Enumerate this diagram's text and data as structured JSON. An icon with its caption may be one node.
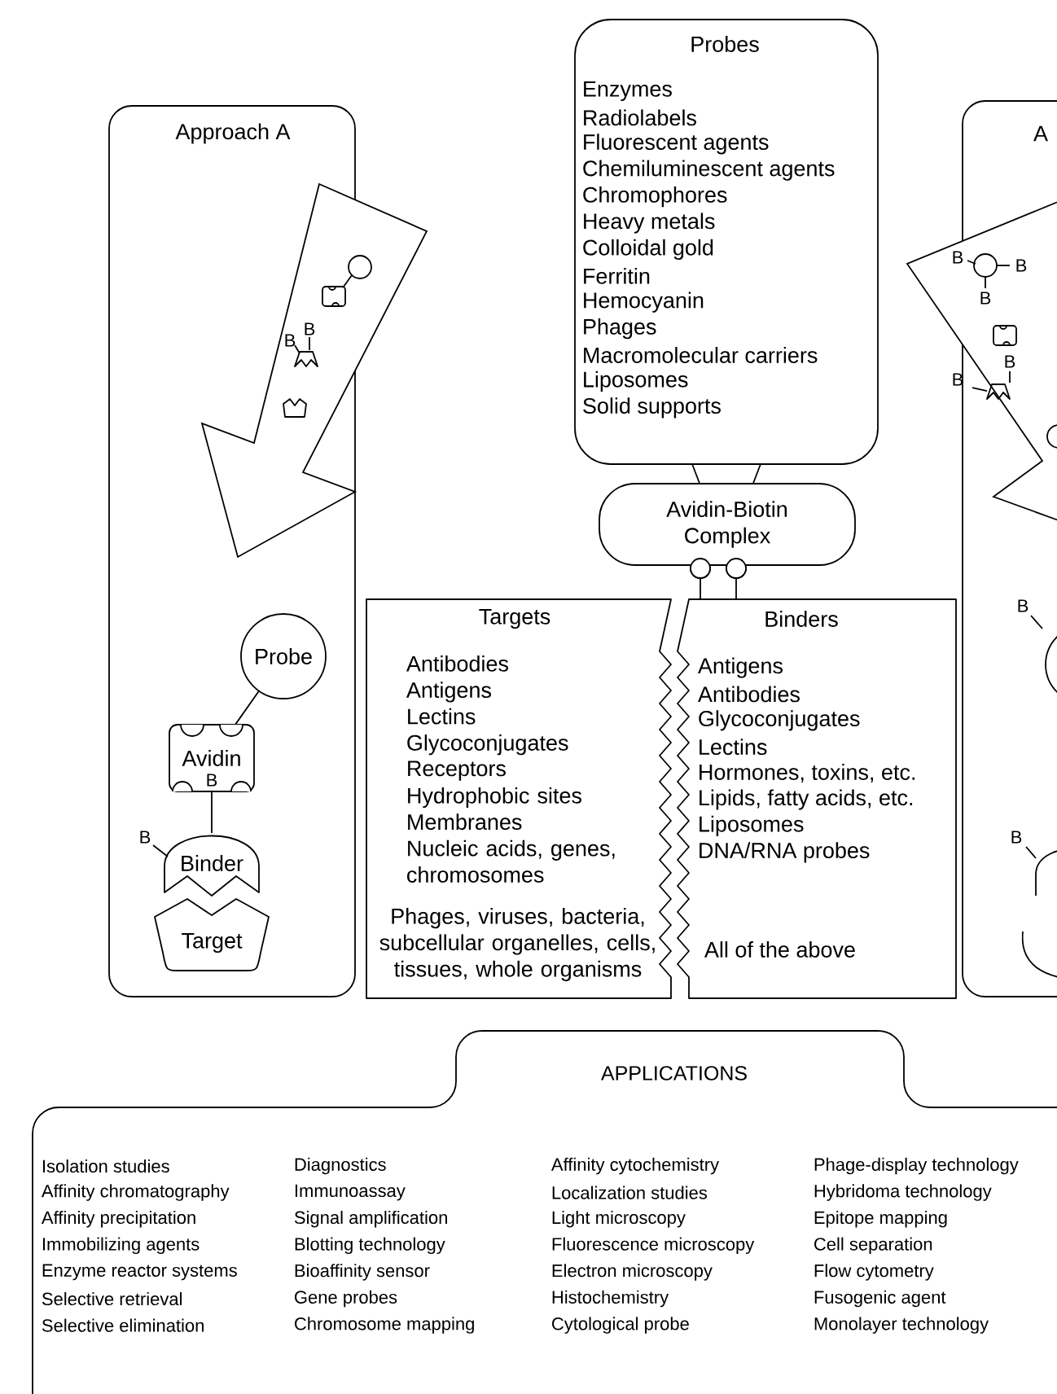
{
  "diagram": {
    "nodes": [
      {
        "text": [
          "Approach A"
        ]
      },
      {
        "text": [
          "Probe"
        ],
        "in": 0
      },
      {
        "text": [
          "Avidin"
        ],
        "in": 0
      },
      {
        "text": [
          "Binder"
        ],
        "in": 0
      },
      {
        "text": [
          "Target"
        ],
        "in": 0
      },
      {
        "text": [
          "A"
        ]
      },
      {
        "text": [
          "Probes",
          "Enzymes",
          "Radiolabels",
          "Fluorescent agents",
          "Chemiluminescent agents",
          "Chromophores",
          "Heavy metals",
          "Colloidal gold",
          "Ferritin",
          "Hemocyanin",
          "Phages",
          "Macromolecular carriers",
          "Liposomes",
          "Solid supports"
        ]
      },
      {
        "text": [
          "Avidin-Biotin Complex"
        ]
      },
      {
        "text": [
          "Targets",
          "Antibodies",
          "Antigens",
          "Lectins",
          "Glycoconjugates",
          "Receptors",
          "Hydrophobic sites",
          "Membranes",
          "Nucleic acids, genes, chromosomes",
          "Phages, viruses, bacteria, subcellular organelles, cells, tissues, whole organisms"
        ]
      },
      {
        "text": [
          "Binders",
          "Antigens",
          "Antibodies",
          "Glycoconjugates",
          "Lectins",
          "Hormones, toxins, etc.",
          "Lipids, fatty acids, etc.",
          "Liposomes",
          "DNA/RNA probes",
          "All of the above"
        ]
      },
      {
        "text": [
          "APPLICATIONS",
          "Isolation studies",
          "Affinity chromatography",
          "Affinity precipitation",
          "Immobilizing agents",
          "Enzyme reactor systems",
          "Selective retrieval",
          "Selective elimination",
          "Diagnostics",
          "Immunoassay",
          "Signal amplification",
          "Blotting technology",
          "Bioaffinity sensor",
          "Gene probes",
          "Chromosome mapping",
          "Affinity cytochemistry",
          "Localization studies",
          "Light microscopy",
          "Fluorescence microscopy",
          "Electron microscopy",
          "Histochemistry",
          "Cytological probe",
          "Phage-display technology",
          "Hybridoma technology",
          "Epitope mapping",
          "Cell separation",
          "Flow cytometry",
          "Fusogenic agent",
          "Monolayer technology"
        ]
      }
    ],
    "edges": [
      {
        "from": 1,
        "to": 2,
        "arrow": "none"
      },
      {
        "from": 2,
        "to": 3,
        "arrow": "none"
      }
    ],
    "labels": [
      "B",
      "B",
      "B",
      "B",
      "B",
      "B",
      "B",
      "B",
      "B",
      "B",
      "B"
    ]
  }
}
